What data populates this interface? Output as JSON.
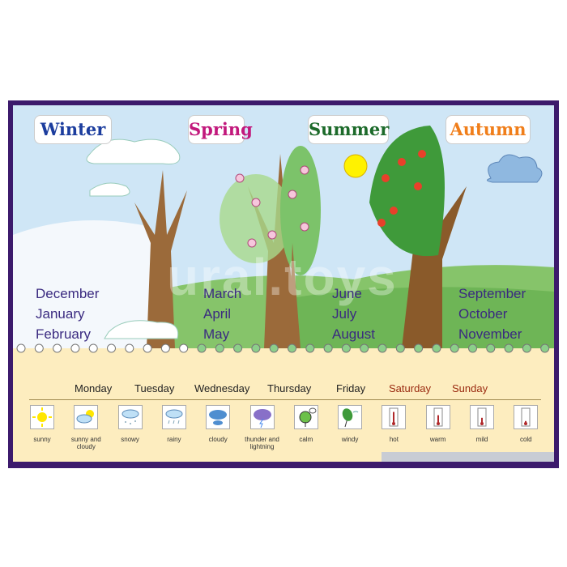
{
  "seasons": [
    {
      "name": "Winter",
      "color": "#1c3d9e",
      "months": [
        "December",
        "January",
        "February"
      ]
    },
    {
      "name": "Spring",
      "color": "#c2187c",
      "months": [
        "March",
        "April",
        "May"
      ]
    },
    {
      "name": "Summer",
      "color": "#1c6a2a",
      "months": [
        "June",
        "July",
        "August"
      ]
    },
    {
      "name": "Autumn",
      "color": "#f07e1a",
      "months": [
        "September",
        "October",
        "November"
      ]
    }
  ],
  "days": [
    "Monday",
    "Tuesday",
    "Wednesday",
    "Thursday",
    "Friday",
    "Saturday",
    "Sunday"
  ],
  "weekend_color": "#9a2a10",
  "weather": [
    {
      "label": "sunny",
      "icon": "sun-icon"
    },
    {
      "label": "sunny and cloudy",
      "icon": "sun-cloud-icon"
    },
    {
      "label": "snowy",
      "icon": "snow-cloud-icon"
    },
    {
      "label": "rainy",
      "icon": "rain-cloud-icon"
    },
    {
      "label": "cloudy",
      "icon": "cloud-icon"
    },
    {
      "label": "thunder and lightning",
      "icon": "thunder-icon"
    },
    {
      "label": "calm",
      "icon": "calm-tree-icon"
    },
    {
      "label": "windy",
      "icon": "windy-tree-icon"
    },
    {
      "label": "hot",
      "icon": "thermometer-icon",
      "level": 0.9
    },
    {
      "label": "warm",
      "icon": "thermometer-icon",
      "level": 0.65
    },
    {
      "label": "mild",
      "icon": "thermometer-icon",
      "level": 0.45
    },
    {
      "label": "cold",
      "icon": "thermometer-icon",
      "level": 0.2
    }
  ],
  "watermark": "ural.toys"
}
